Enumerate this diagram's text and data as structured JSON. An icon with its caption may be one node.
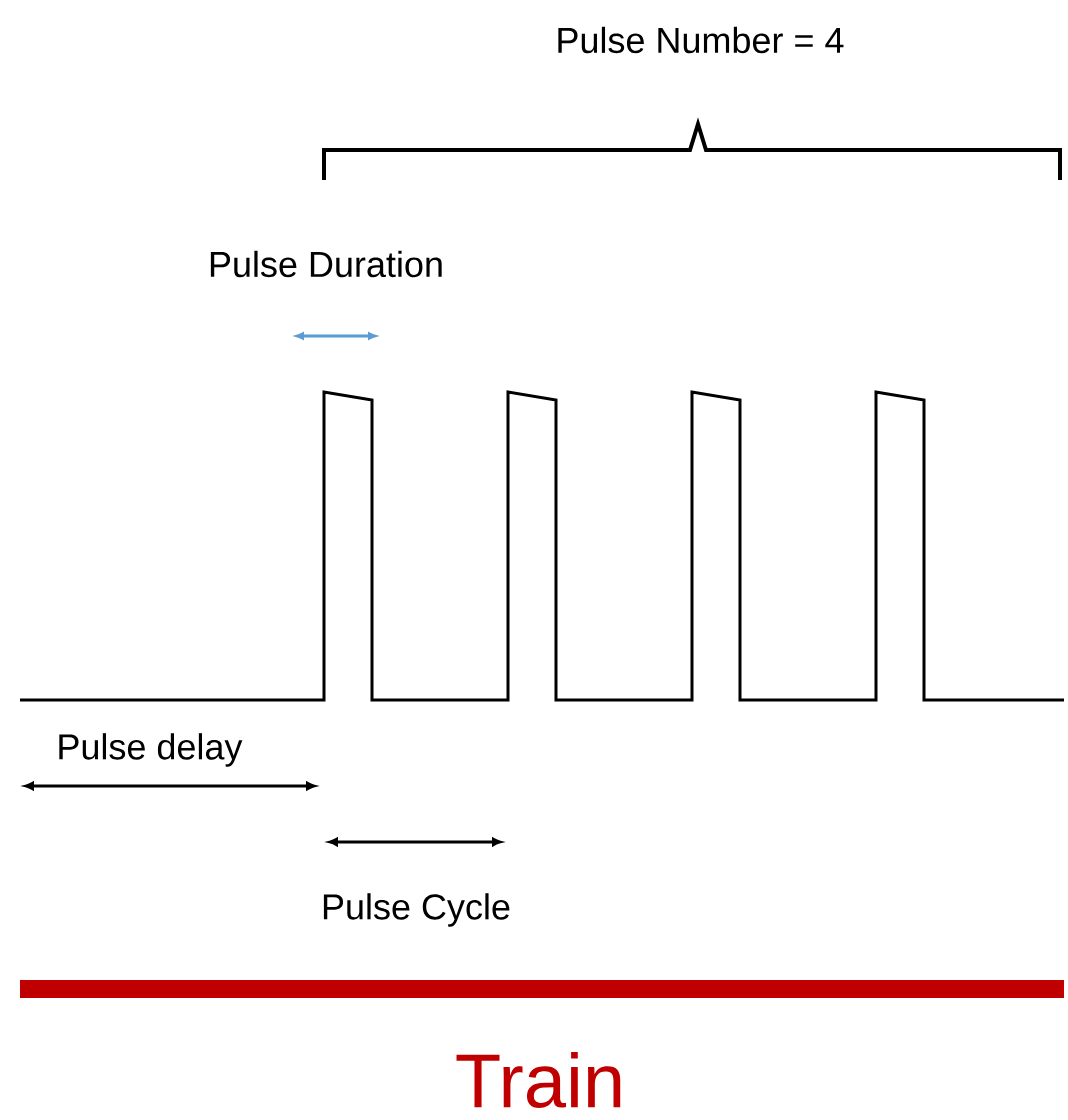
{
  "diagram": {
    "labels": [
      "Pulse Number = 4",
      "Pulse Duration",
      "Pulse delay",
      "Pulse Cycle",
      "Train"
    ]
  }
}
